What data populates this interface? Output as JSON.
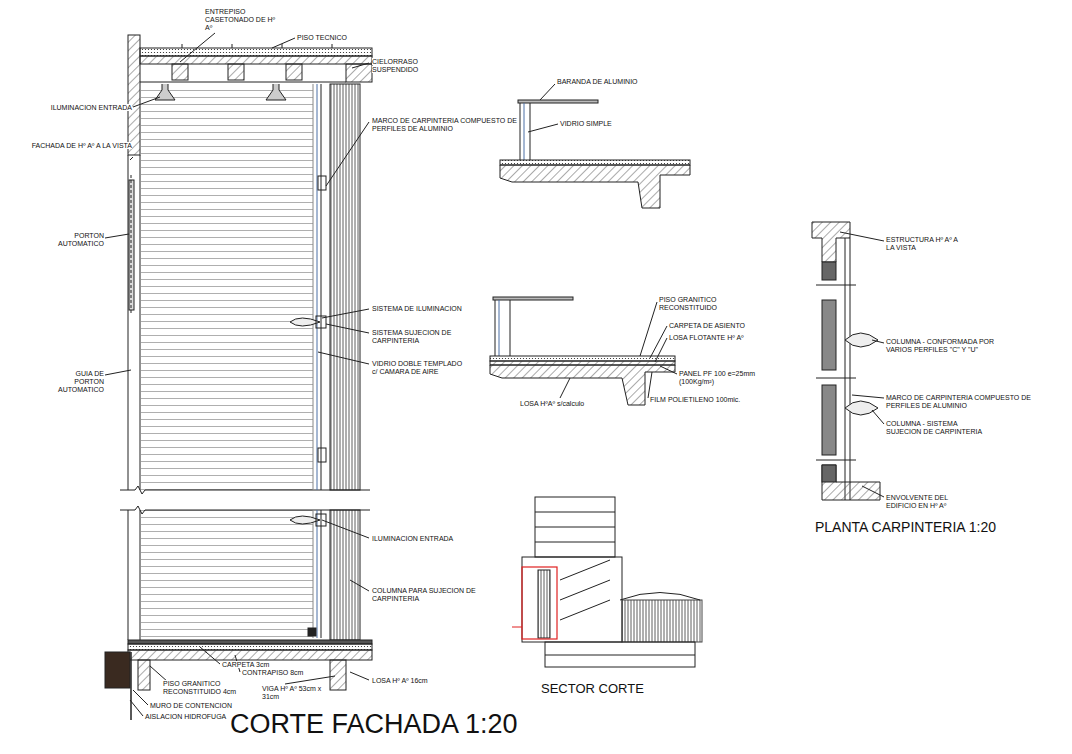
{
  "diagram": {
    "title": "CORTE FACHADA 1:20",
    "labels": [
      "ENTREPISO CASETONADO DE Hº Aº",
      "PISO TECNICO",
      "CIELORRASO SUSPENDIDO",
      "ILUMINACION ENTRADA",
      "FACHADA DE Hº Aº A LA VISTA",
      "MARCO DE CARPINTERIA COMPUESTO DE PERFILES DE ALUMINIO",
      "PORTON AUTOMATICO",
      "SISTEMA DE ILUMINACION",
      "SISTEMA SUJECION DE CARPINTERIA",
      "GUIA DE PORTON AUTOMATICO",
      "VIDRIO DOBLE TEMPLADO c/ CAMARA DE AIRE",
      "ILUMINACION ENTRADA",
      "COLUMNA PARA SUJECION DE CARPINTERIA",
      "CARPETA 3cm",
      "CONTRAPISO 8cm",
      "PISO GRANITICO RECONSTITUIDO 4cm",
      "VIGA Hº Aº 53cm x 31cm",
      "LOSA Hº Aº 16cm",
      "MURO DE CONTENCION",
      "AISLACION HIDROFUGA",
      "BARANDA DE ALUMINIO",
      "VIDRIO SIMPLE",
      "PISO GRANITICO RECONSTITUIDO",
      "CARPETA DE ASIENTO",
      "LOSA FLOTANTE Hº Aº",
      "PANEL PF 100 e=25mm (100Kg/m²)",
      "FILM POLIETILENO 100mic.",
      "LOSA HºAº s/calculo",
      "SECTOR CORTE",
      "ESTRUCTURA Hº Aº A LA VISTA",
      "COLUMNA - CONFORMADA POR VARIOS PERFILES \"C\" Y \"U\"",
      "MARCO DE CARPINTERIA COMPUESTO DE PERFILES DE ALUMINIO",
      "COLUMNA - SISTEMA SUJECION DE CARPINTERIA",
      "ENVOLVENTE DEL EDIFICIO EN Hº Aº",
      "PLANTA CARPINTERIA 1:20"
    ]
  }
}
